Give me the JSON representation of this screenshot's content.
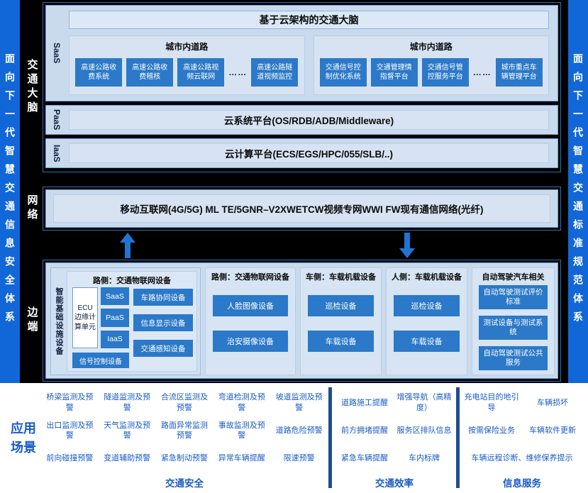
{
  "colors": {
    "strip_blue": "#1267d8",
    "item_blue": "#2b79c8",
    "panel_light": "#c9daed",
    "divider_navy": "#1e4e8f",
    "text_blue": "#1a5bc4"
  },
  "frame": {
    "left_strip": "面向下一代智慧交通信息安全体系",
    "right_strip": "面向下一代智慧交通标准规范体系"
  },
  "brain": {
    "label": "交通大脑",
    "saas": {
      "label": "SaaS",
      "title": "基于云架构的交通大脑",
      "groups": [
        {
          "title": "城市内道路",
          "items": [
            "高速公路收费系统",
            "高速公路收费稽核",
            "高速公路视频云联网",
            "高速公路隧道视频监控"
          ],
          "dots": "……"
        },
        {
          "title": "城市内道路",
          "items": [
            "交通信号控制优化系统",
            "交通管理情指督平台",
            "交通信号管控服务平台",
            "城市重点车辆管理平台"
          ],
          "dots": "……"
        }
      ]
    },
    "paas": {
      "label": "PaaS",
      "text": "云系统平台(OS/RDB/ADB/Middleware)"
    },
    "iaas": {
      "label": "IaaS",
      "text": "云计算平台(ECS/EGS/HPC/055/SLB/..)"
    }
  },
  "network": {
    "label": "网络",
    "text": "移动互联网(4G/5G) ML TE/5GNR–V2XWETCW视频专网WWI FW现有通信网络(光纤)"
  },
  "edge": {
    "label": "边端",
    "infra": {
      "side_label": "智能基础设施设备",
      "group_title": "路侧：交通物联网设备",
      "ecu": "ECU边缘计算单元",
      "stack": [
        "SaaS",
        "PaaS",
        "IaaS"
      ],
      "signal": "信号控制设备",
      "right_items": [
        "车路协同设备",
        "信息显示设备",
        "交通感知设备"
      ]
    },
    "groups": [
      {
        "title": "路侧：交通物联网设备",
        "items": [
          "人脸图像设备",
          "治安摄像设备"
        ]
      },
      {
        "title": "车侧：车载机载设备",
        "items": [
          "巡检设备",
          "车载设备"
        ]
      },
      {
        "title": "人侧：车载机载设备",
        "items": [
          "巡检设备",
          "车载设备"
        ]
      }
    ],
    "autonomous": {
      "title": "自动驾驶汽车相关",
      "items": [
        "自动驾驶测试评价标准",
        "测试设备与测试系统",
        "自动驾驶测试公共服务"
      ]
    }
  },
  "scenarios": {
    "label": "应用场景",
    "columns": [
      {
        "title": "交通安全",
        "items": [
          "桥梁监测及预警",
          "隧道监测及预警",
          "合流区监测及预警",
          "弯道检测及预警",
          "坡道监测及预警",
          "出口监测及预警",
          "天气监测及预警",
          "路面异常监测预警",
          "事故监测及预警",
          "道路危险预警",
          "前向碰撞预警",
          "变道辅助预警",
          "紧急制动预警",
          "异常车辆提醒",
          "限速预警"
        ]
      },
      {
        "title": "交通效率",
        "items": [
          "道路施工提醒",
          "增强导航（高精度）",
          "前方拥堵提醒",
          "服务区排队信息",
          "紧急车辆提醒",
          "车内标牌"
        ]
      },
      {
        "title": "信息服务",
        "items": [
          "充电站目的地引导",
          "车辆损坏",
          "按需保险业务",
          "车辆软件更新",
          "车辆远程诊断、维修保养提示"
        ]
      }
    ]
  }
}
